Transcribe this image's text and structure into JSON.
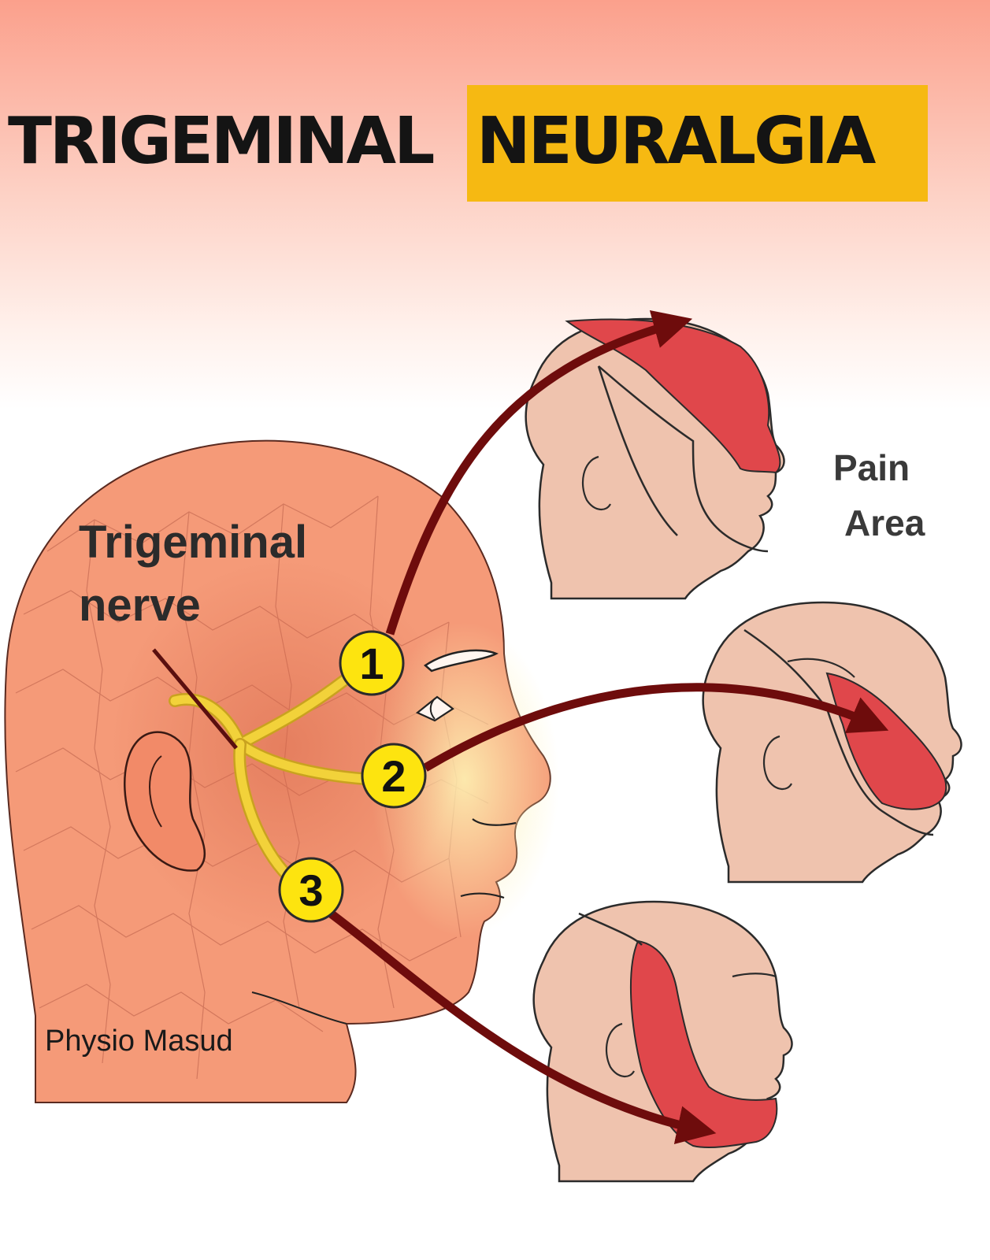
{
  "title": {
    "part1": "TRIGEMINAL",
    "part2": "NEURALGIA"
  },
  "main_label": {
    "line1": "Trigeminal",
    "line2": "nerve"
  },
  "side_label": {
    "line1": "Pain",
    "line2": "Area"
  },
  "branches": [
    "1",
    "2",
    "3"
  ],
  "credit": "Physio Masud",
  "colors": {
    "header_top": "#fba08c",
    "title_highlight": "#f6b912",
    "head_skin": "#f59a78",
    "nerve_yellow": "#f2d23a",
    "marker_yellow": "#fde40f",
    "arrow": "#6e0c0c",
    "pain_red": "#e0474b",
    "small_head_skin": "#efc3ae"
  }
}
